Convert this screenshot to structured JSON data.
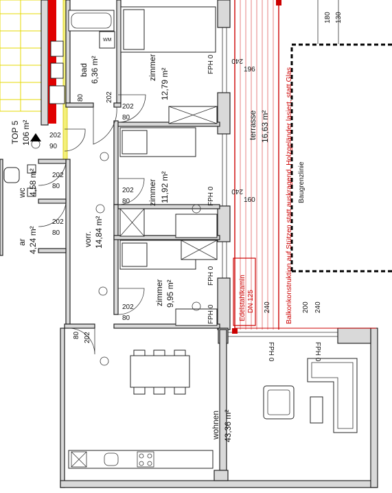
{
  "unit": {
    "name": "TOP 5",
    "area": "106 m²"
  },
  "rooms": [
    {
      "name": "bad",
      "area": "6,36 m²"
    },
    {
      "name": "zimmer",
      "area": "12,79 m²"
    },
    {
      "name": "zimmer",
      "area": "11,92 m²"
    },
    {
      "name": "zimmer",
      "area": "9,95 m²"
    },
    {
      "name": "terrasse",
      "area": "16,63 m²"
    },
    {
      "name": "wc",
      "area": "4,58 m²"
    },
    {
      "name": "vorr.",
      "area": "14,84 m²"
    },
    {
      "name": "ar",
      "area": "4,24 m²"
    },
    {
      "name": "wohnen",
      "area": "43,36 m²"
    }
  ],
  "fph_label": "FPH 0",
  "dimensions": {
    "v80": "80",
    "v202": "202",
    "v90": "90",
    "v240": "240",
    "v196": "196",
    "v160": "160",
    "v180": "180",
    "v130": "130",
    "v200": "200"
  },
  "wm_label": "WM",
  "annotations": {
    "baugrenze": "Baugrenzlinie",
    "balkon": "Balkonkonstruktion auf Stützen statt auskragend, Holzgeländer lasiert, statt Glas",
    "kamin_line1": "Edelstahlkamin",
    "kamin_line2": "DN 125"
  },
  "colors": {
    "wall": "#d9d9d9",
    "annotation_red": "#cc0000",
    "bathroom_red": "#e00000",
    "stair_yellow": "#e6d800"
  }
}
